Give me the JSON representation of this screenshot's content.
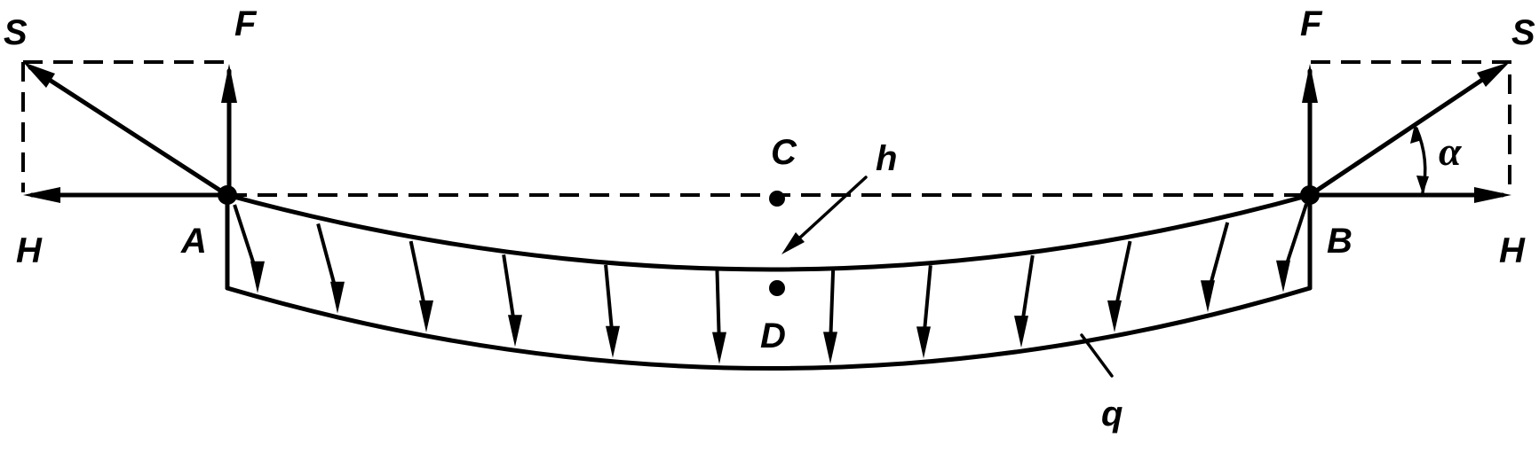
{
  "labels": {
    "s_left": "S",
    "s_right": "S",
    "f_left": "F",
    "f_right": "F",
    "h_left": "H",
    "h_right": "H",
    "a": "A",
    "b": "B",
    "c": "C",
    "d": "D",
    "h": "h",
    "q": "q",
    "alpha": "α"
  }
}
